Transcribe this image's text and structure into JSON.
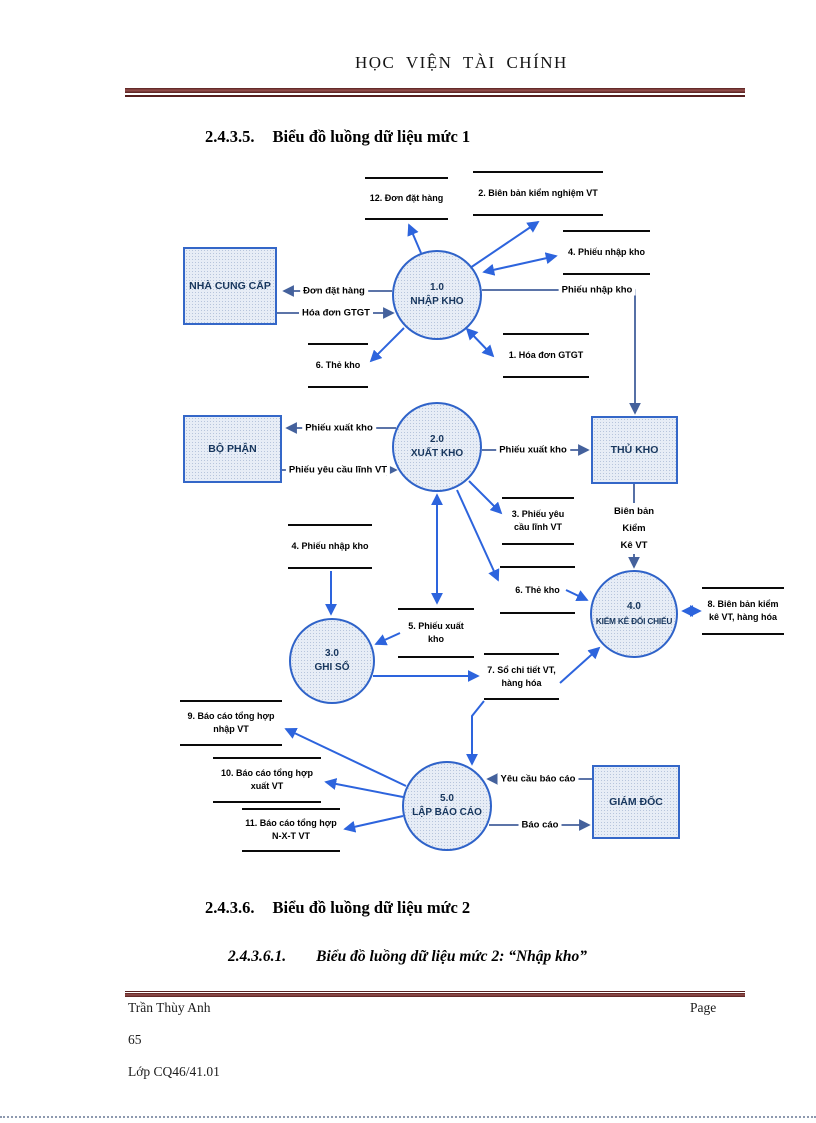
{
  "header": {
    "title": "HỌC VIỆN TÀI CHÍNH"
  },
  "sections": {
    "s1_num": "2.4.3.5.",
    "s1_title": "Biểu đồ luồng dữ liệu mức 1",
    "s2_num": "2.4.3.6.",
    "s2_title": "Biểu đồ luồng dữ liệu mức 2",
    "s3_num": "2.4.3.6.1.",
    "s3_title": "Biểu đồ luồng dữ liệu mức 2: “Nhập kho”"
  },
  "diagram": {
    "processes": {
      "p1": {
        "id": "1.0",
        "name": "NHẬP KHO"
      },
      "p2": {
        "id": "2.0",
        "name": "XUẤT KHO"
      },
      "p3": {
        "id": "3.0",
        "name": "GHI SỔ"
      },
      "p4": {
        "id": "4.0",
        "name": "KIỂM KÊ ĐỐI CHIẾU"
      },
      "p5": {
        "id": "5.0",
        "name": "LẬP BÁO CÁO"
      }
    },
    "entities": {
      "supplier": "NHÀ CUNG CẤP",
      "department": "BỘ PHẬN",
      "storekeeper": "THỦ KHO",
      "director": "GIÁM ĐỐC"
    },
    "stores": {
      "d12": "12. Đơn đặt hàng",
      "d2": "2. Biên bản kiểm nghiệm VT",
      "d4a": "4. Phiếu nhập kho",
      "d1": "1. Hóa đơn GTGT",
      "d6a": "6. Thẻ kho",
      "d3": "3. Phiếu yêu cầu lĩnh VT",
      "d4b": "4. Phiếu nhập kho",
      "d6b": "6. Thẻ kho",
      "d5": "5. Phiếu xuất kho",
      "d7": "7. Sổ chi tiết VT, hàng hóa",
      "d8": "8. Biên bản kiểm kê VT, hàng hóa",
      "d9": "9. Báo cáo tổng hợp nhập VT",
      "d10": "10. Báo cáo tổng hợp xuất VT",
      "d11": "11. Báo cáo tổng hợp N-X-T VT"
    },
    "flows": {
      "don_dat_hang": "Đơn đặt hàng",
      "hoa_don_gtgt": "Hóa đơn GTGT",
      "phieu_nhap_kho": "Phiếu nhập kho",
      "phieu_xuat_kho_left": "Phiếu xuất kho",
      "phieu_yeu_cau_linh_vt": "Phiếu yêu cầu lĩnh VT",
      "phieu_xuat_kho_right": "Phiếu xuất kho",
      "bien_ban_l1": "Biên bản",
      "bien_ban_l2": "Kiểm",
      "bien_ban_l3": "Kê VT",
      "yeu_cau_bao_cao": "Yêu cầu báo cáo",
      "bao_cao": "Báo cáo"
    }
  },
  "footer": {
    "author": "Trần Thùy Anh",
    "page_label": "Page",
    "page_number": "65",
    "class_line": "Lớp CQ46/41.01"
  },
  "colors": {
    "arrow_blue": "#2d64dd",
    "flow_steel_blue": "#44619c",
    "node_border_blue": "#3467c8",
    "node_fill": "#e7edf6",
    "divider_maroon": "#5f2626"
  }
}
